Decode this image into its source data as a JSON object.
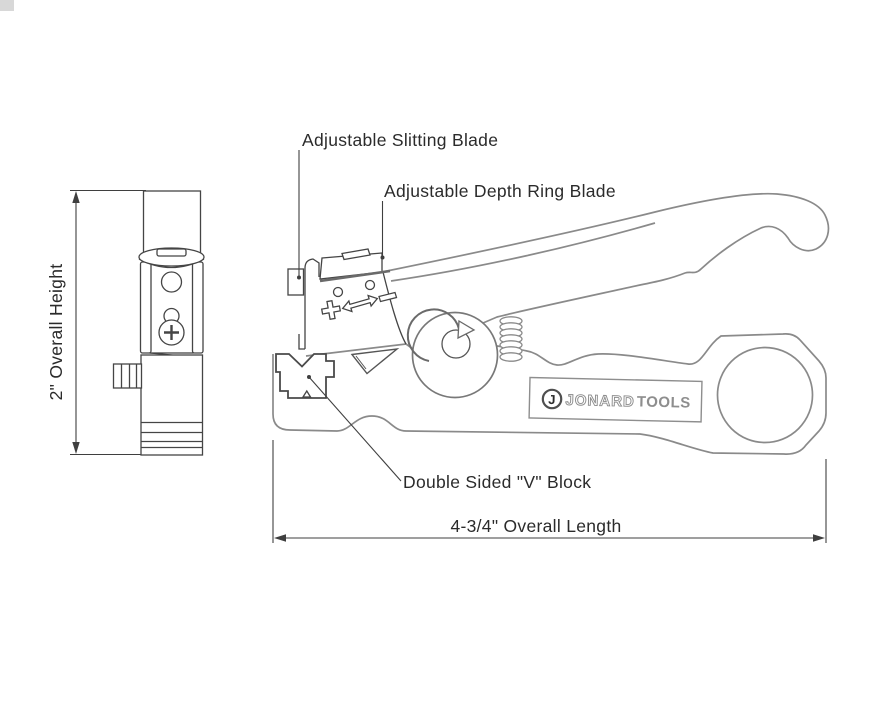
{
  "drawing": {
    "callouts": {
      "slitting_blade": "Adjustable Slitting Blade",
      "depth_ring_blade": "Adjustable Depth Ring Blade",
      "v_block": "Double Sided \"V\" Block"
    },
    "dimensions": {
      "overall_height": "2\" Overall Height",
      "overall_length": "4-3/4\" Overall Length"
    },
    "logo": {
      "monogram": "J",
      "name_primary": "JONARD",
      "name_secondary": "TOOLS"
    },
    "colors": {
      "background": "#ffffff",
      "outline_dark": "#3f3f3f",
      "outline_gray": "#8a8a8a",
      "logo_gray": "#8e8e8e",
      "label_text": "#2b2b2b"
    }
  }
}
